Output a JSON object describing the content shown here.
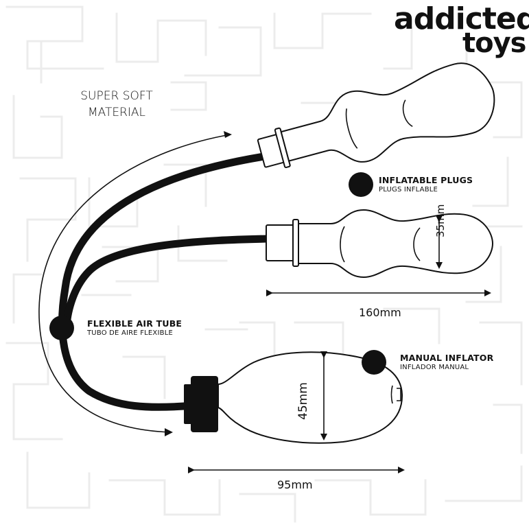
{
  "brand": {
    "line1": "addicted",
    "line2": "toys"
  },
  "material_label": {
    "line1": "SUPER SOFT",
    "line2": "MATERIAL"
  },
  "callouts": [
    {
      "id": "plugs",
      "title": "INFLATABLE PLUGS",
      "subtitle": "PLUGS INFLABLE"
    },
    {
      "id": "tube",
      "title": "FLEXIBLE AIR TUBE",
      "subtitle": "TUBO DE AIRE FLEXIBLE"
    },
    {
      "id": "inflator",
      "title": "MANUAL INFLATOR",
      "subtitle": "INFLADOR MANUAL"
    }
  ],
  "dimensions": {
    "plug_length": "160mm",
    "plug_diameter": "35mm",
    "bulb_height": "45mm",
    "bulb_length": "95mm"
  },
  "colors": {
    "ink": "#111111",
    "background": "#ffffff",
    "maze": "#ececec"
  }
}
